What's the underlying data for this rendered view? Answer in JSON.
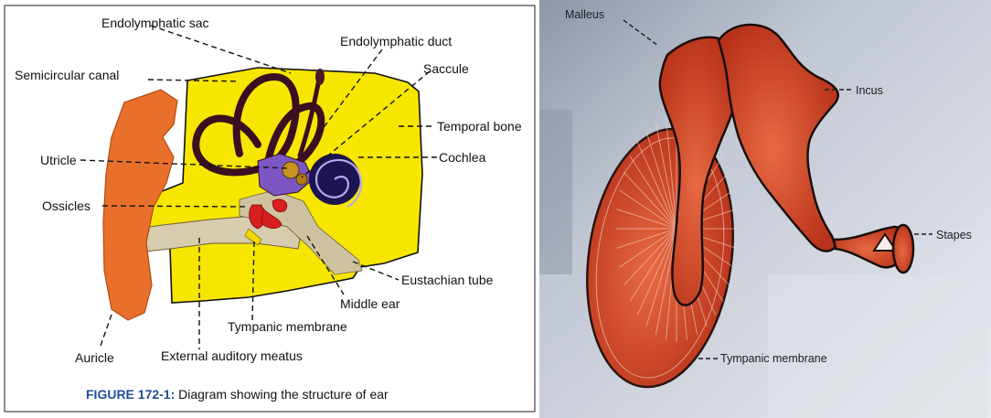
{
  "left_figure": {
    "labels": {
      "endolymphatic_sac": "Endolymphatic sac",
      "endolymphatic_duct": "Endolymphatic duct",
      "semicircular_canal": "Semicircular canal",
      "saccule": "Saccule",
      "temporal_bone": "Temporal bone",
      "utricle": "Utricle",
      "cochlea": "Cochlea",
      "ossicles": "Ossicles",
      "eustachian_tube": "Eustachian tube",
      "middle_ear": "Middle ear",
      "tympanic_membrane": "Tympanic membrane",
      "auricle": "Auricle",
      "external_auditory_meatus": "External auditory meatus"
    },
    "caption": {
      "number": "FIGURE 172-1:",
      "text": " Diagram showing the structure of ear"
    },
    "colors": {
      "bone": "#f7e600",
      "auricle": "#e8702a",
      "labyrinth": "#3a1020",
      "cochlea": "#1c1450",
      "ossicles": "#d81e1e",
      "canal": "#d8ccae"
    }
  },
  "right_figure": {
    "labels": {
      "malleus": "Malleus",
      "incus": "Incus",
      "stapes": "Stapes",
      "tympanic_membrane": "Tympanic membrane"
    },
    "colors": {
      "bone": "#d24a2a",
      "background": "#cfd4de"
    }
  }
}
